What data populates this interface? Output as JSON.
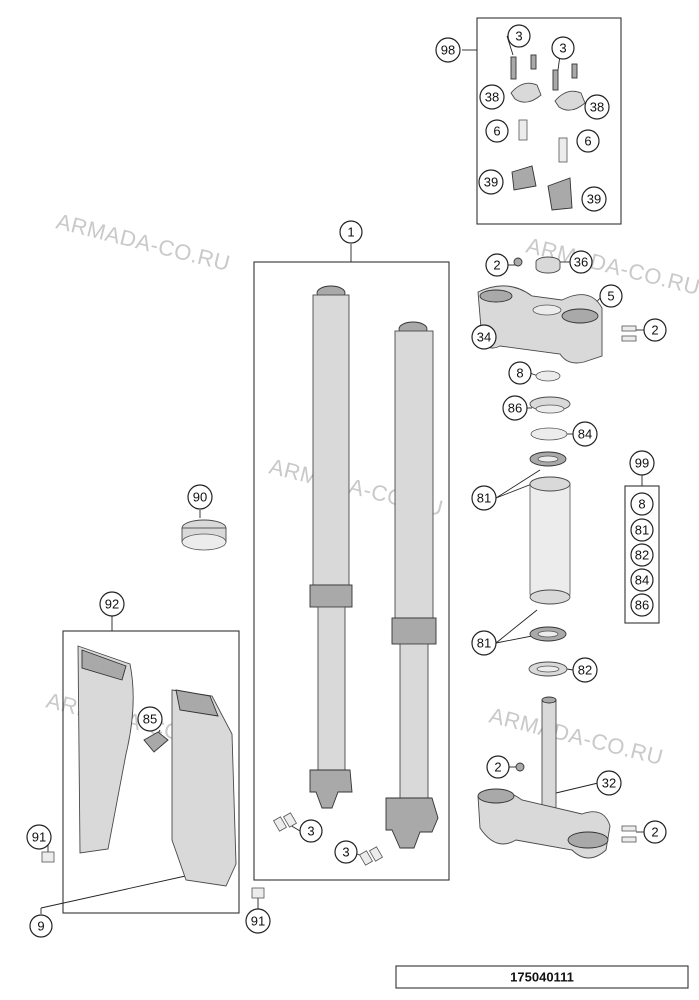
{
  "watermark": "ARMADA-CO.RU",
  "document_number": "175040111",
  "callouts": {
    "c1": "1",
    "c98": "98",
    "c3a": "3",
    "c3b": "3",
    "c3c": "3",
    "c3d": "3",
    "c38a": "38",
    "c38b": "38",
    "c6a": "6",
    "c6b": "6",
    "c39a": "39",
    "c39b": "39",
    "c2a": "2",
    "c2b": "2",
    "c2c": "2",
    "c2d": "2",
    "c36": "36",
    "c5": "5",
    "c34": "34",
    "c8": "8",
    "c86": "86",
    "c84": "84",
    "c81a": "81",
    "c81b": "81",
    "c82": "82",
    "c32": "32",
    "c90": "90",
    "c92": "92",
    "c85": "85",
    "c91a": "91",
    "c91b": "91",
    "c9": "9",
    "c99": "99"
  },
  "kit_99_items": [
    "8",
    "81",
    "82",
    "84",
    "86"
  ]
}
